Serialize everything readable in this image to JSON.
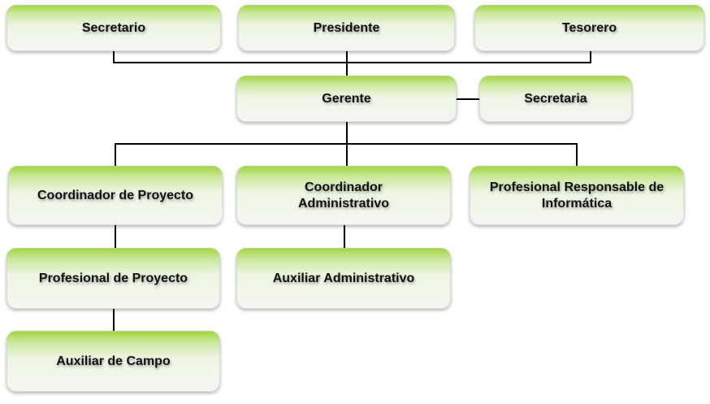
{
  "colors": {
    "accent": "#9fd43a",
    "line": "#000000"
  },
  "nodes": {
    "secretario": "Secretario",
    "presidente": "Presidente",
    "tesorero": "Tesorero",
    "gerente": "Gerente",
    "secretaria": "Secretaria",
    "coordinador_proyecto": "Coordinador de Proyecto",
    "coordinador_administrativo": "Coordinador Administrativo",
    "profesional_informatica": "Profesional Responsable de Informática",
    "profesional_proyecto": "Profesional de Proyecto",
    "auxiliar_administrativo": "Auxiliar Administrativo",
    "auxiliar_campo": "Auxiliar de Campo"
  }
}
